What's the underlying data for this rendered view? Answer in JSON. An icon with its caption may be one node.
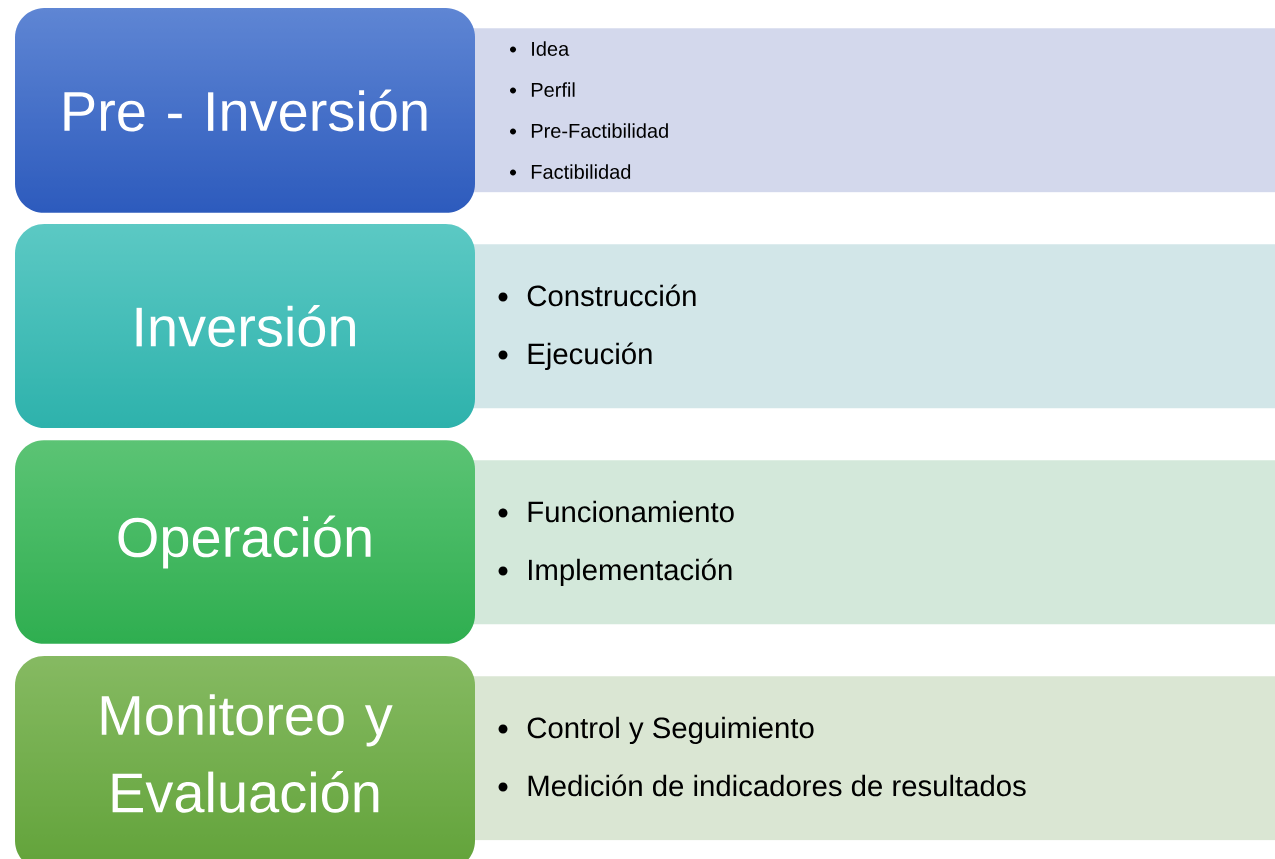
{
  "diagram": {
    "nodes": [
      {
        "text": [
          "Pre - Inversión"
        ]
      },
      {
        "text": [
          "Idea",
          "Perfil",
          "Pre-Factibilidad",
          "Factibilidad"
        ]
      },
      {
        "text": [
          "Inversión"
        ]
      },
      {
        "text": [
          "Construcción",
          "Ejecución"
        ]
      },
      {
        "text": [
          "Operación"
        ]
      },
      {
        "text": [
          "Funcionamiento",
          "Implementación"
        ]
      },
      {
        "text": [
          "Monitoreo y Evaluación"
        ]
      },
      {
        "text": [
          "Control y Seguimiento",
          "Medición de indicadores de resultados"
        ]
      }
    ]
  }
}
